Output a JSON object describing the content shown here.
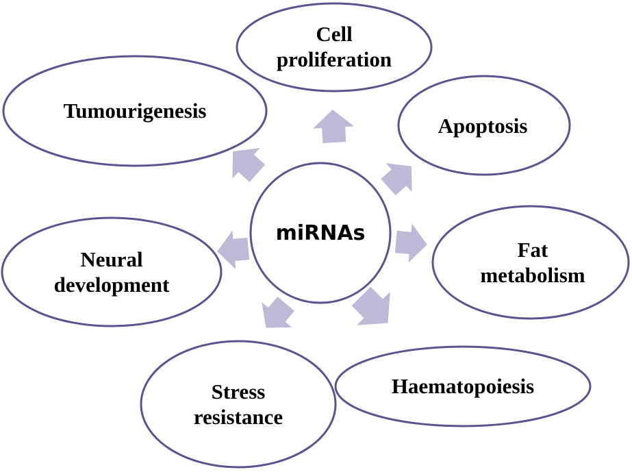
{
  "diagram": {
    "type": "radial concept map",
    "hub": {
      "label": "miRNAs"
    },
    "nodes": [
      {
        "id": "cell-proliferation",
        "lines": [
          "Cell",
          "proliferation"
        ]
      },
      {
        "id": "apoptosis",
        "lines": [
          "Apoptosis"
        ]
      },
      {
        "id": "fat-metabolism",
        "lines": [
          "Fat",
          "metabolism"
        ]
      },
      {
        "id": "haematopoiesis",
        "lines": [
          "Haematopoiesis"
        ]
      },
      {
        "id": "stress-resistance",
        "lines": [
          "Stress",
          "resistance"
        ]
      },
      {
        "id": "neural-development",
        "lines": [
          "Neural",
          "development"
        ]
      },
      {
        "id": "tumourigenesis",
        "lines": [
          "Tumourigenesis"
        ]
      }
    ],
    "edges": [
      {
        "from": "miRNAs",
        "to": "cell-proliferation"
      },
      {
        "from": "miRNAs",
        "to": "apoptosis"
      },
      {
        "from": "miRNAs",
        "to": "fat-metabolism"
      },
      {
        "from": "miRNAs",
        "to": "haematopoiesis"
      },
      {
        "from": "miRNAs",
        "to": "stress-resistance"
      },
      {
        "from": "miRNAs",
        "to": "neural-development"
      },
      {
        "from": "miRNAs",
        "to": "tumourigenesis"
      }
    ],
    "colors": {
      "outline": "#5f5190",
      "arrow_fill": "#bdb9d6",
      "background": "#ffffff",
      "text": "#000000"
    }
  }
}
